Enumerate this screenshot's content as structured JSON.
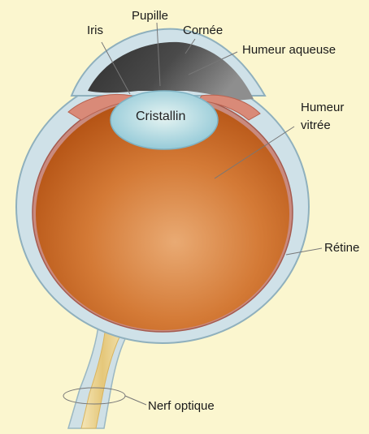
{
  "colors": {
    "background": "#fbf6cf",
    "sclera": "#c9dde6",
    "vitreous": "#c9661f",
    "lens": "#b7dde3",
    "aqueous": "#3a3a3a",
    "iris": "#d48977",
    "optic_nerve": "#ecd79a",
    "leader_line": "#777777"
  },
  "labels": {
    "iris": "Iris",
    "pupille": "Pupille",
    "cornee": "Cornée",
    "humeur_aqueuse": "Humeur aqueuse",
    "cristallin": "Cristallin",
    "humeur_vitree_1": "Humeur",
    "humeur_vitree_2": "vitrée",
    "retine": "Rétine",
    "nerf_optique": "Nerf optique"
  }
}
